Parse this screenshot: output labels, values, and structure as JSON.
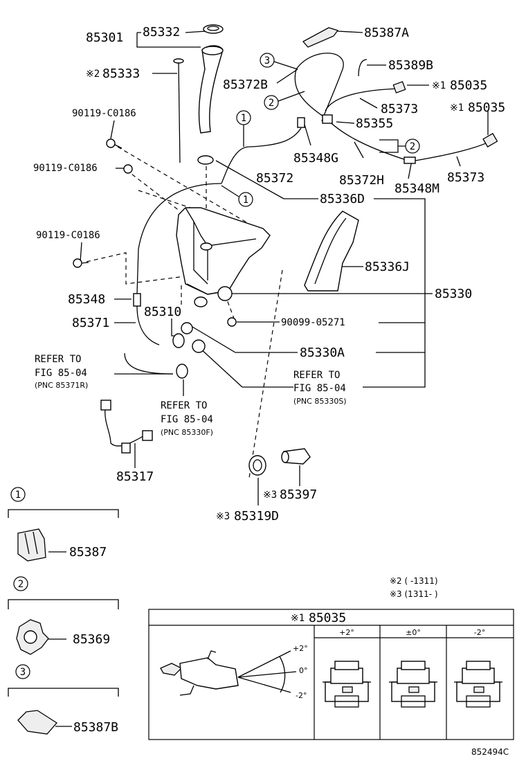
{
  "labels": {
    "p85301": "85301",
    "p85332": "85332",
    "p85387A": "85387A",
    "p85389B": "85389B",
    "p85333": "85333",
    "p85333_mark": "※2",
    "p85372B": "85372B",
    "p85035_a": "85035",
    "p85035_a_mark": "※1",
    "p85035_b": "85035",
    "p85035_b_mark": "※1",
    "p85373_a": "85373",
    "p85355": "85355",
    "p90119_a": "90119-C0186",
    "p90119_b": "90119-C0186",
    "p90119_c": "90119-C0186",
    "p85348G": "85348G",
    "p85372H": "85372H",
    "p85373_b": "85373",
    "p85372": "85372",
    "p85348M": "85348M",
    "p85336D": "85336D",
    "p85336J": "85336J",
    "p85330": "85330",
    "p85348": "85348",
    "p85310": "85310",
    "p85371": "85371",
    "p90099": "90099-05271",
    "p85330A": "85330A",
    "refer1_a": "REFER TO",
    "refer1_b": "FIG 85-04",
    "refer1_c": "(PNC 85371R)",
    "refer2_a": "REFER TO",
    "refer2_b": "FIG 85-04",
    "refer2_c": "(PNC 85330S)",
    "refer3_a": "REFER TO",
    "refer3_b": "FIG 85-04",
    "refer3_c": "(PNC 85330F)",
    "p85317": "85317",
    "p85397": "85397",
    "p85397_mark": "※3",
    "p85319D": "85319D",
    "p85319D_mark": "※3",
    "p85387": "85387",
    "p85369": "85369",
    "p85387B": "85387B",
    "note2": "※2 (    -1311)",
    "note3": "※3 (1311-    )",
    "doc_id": "852494C"
  },
  "callouts": {
    "c1": "1",
    "c2": "2",
    "c3": "3"
  },
  "adjust_table": {
    "title_mark": "※1",
    "title_part": "85035",
    "cols": [
      "+2°",
      "±0°",
      "-2°"
    ],
    "angles": [
      "+2°",
      "0°",
      "-2°"
    ]
  }
}
